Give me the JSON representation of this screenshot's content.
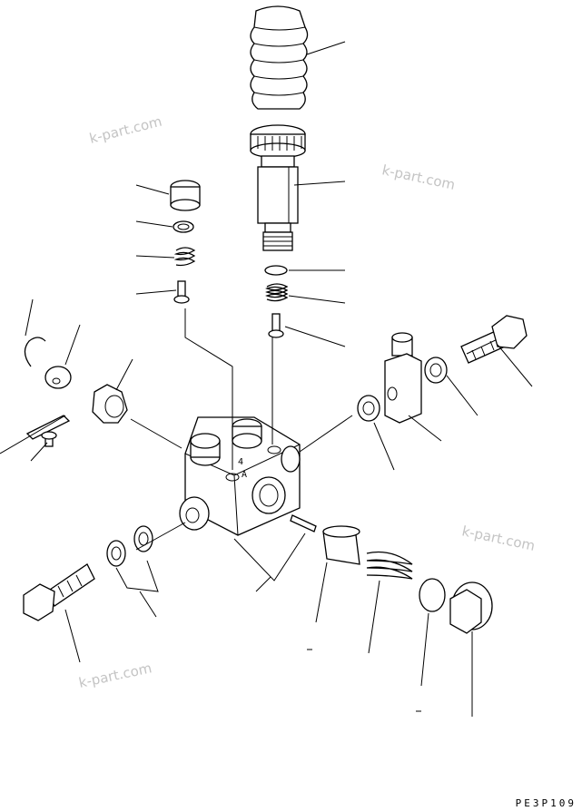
{
  "watermarks": [
    "k-part.com",
    "k-part.com",
    "k-part.com",
    "k-part.com"
  ],
  "block_markings": [
    "4",
    "A"
  ],
  "drawing_code": "PE3P109"
}
